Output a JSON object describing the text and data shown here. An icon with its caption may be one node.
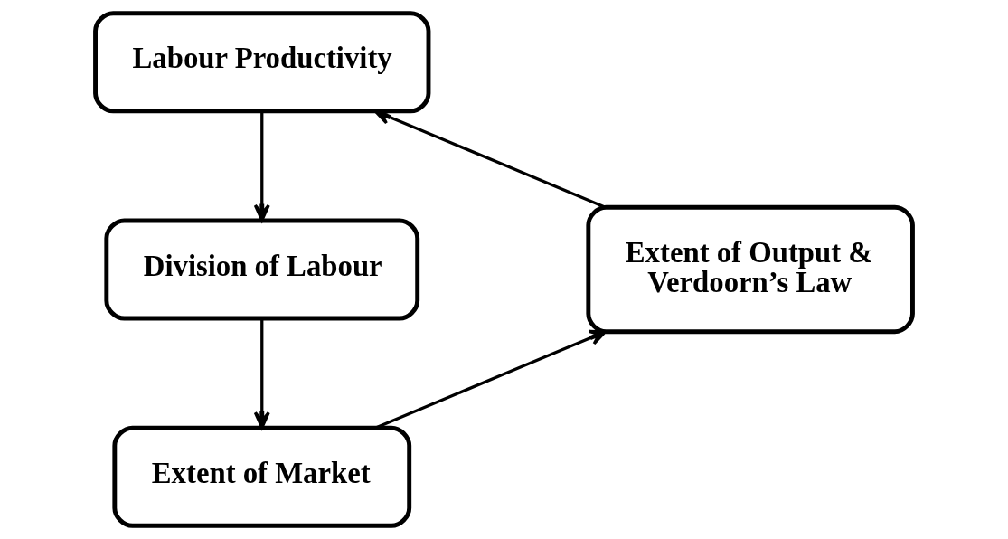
{
  "diagram": {
    "nodes": [
      {
        "text": [
          "Labour Productivity"
        ]
      },
      {
        "text": [
          "Division of Labour"
        ]
      },
      {
        "text": [
          "Extent of Market"
        ]
      },
      {
        "text": [
          "Extent of Output & Verdoorn’s Law"
        ]
      }
    ],
    "edges": [
      {
        "from": 0,
        "to": 1,
        "arrow": "to"
      },
      {
        "from": 1,
        "to": 2,
        "arrow": "to"
      },
      {
        "from": 2,
        "to": 3,
        "arrow": "to"
      },
      {
        "from": 3,
        "to": 0,
        "arrow": "to"
      }
    ]
  }
}
